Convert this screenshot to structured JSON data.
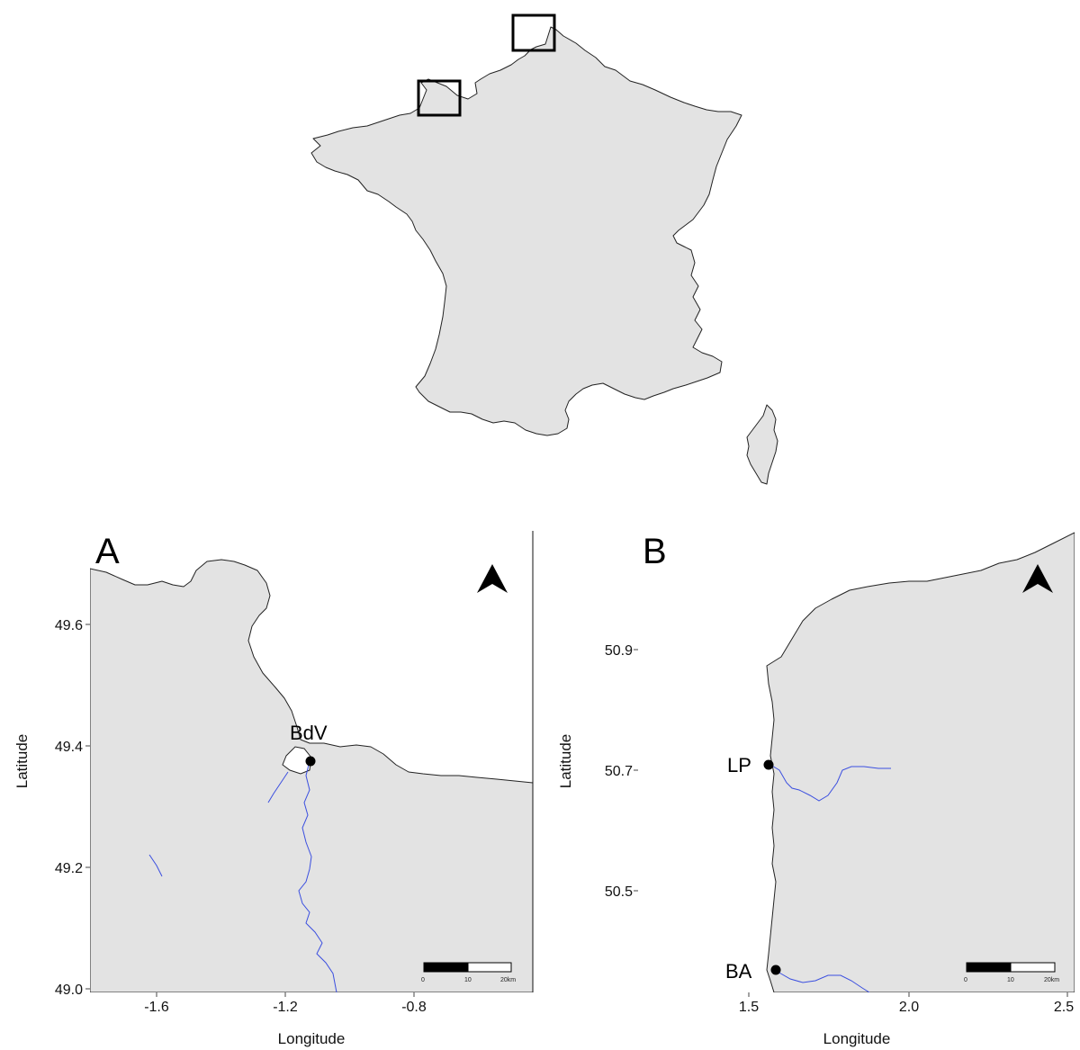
{
  "overview": {
    "insets": [
      "A",
      "B"
    ]
  },
  "panels": [
    {
      "id": "A",
      "letter": "A",
      "xlabel": "Longitude",
      "ylabel": "Latitude",
      "xticks": [
        "-1.6",
        "-1.2",
        "-0.8"
      ],
      "yticks": [
        "49.6",
        "49.4",
        "49.2",
        "49.0"
      ],
      "sites": [
        {
          "code": "BdV"
        }
      ],
      "scalebar": {
        "labels": [
          "0",
          "10",
          "20km"
        ]
      },
      "north_arrow": "north-arrow-icon"
    },
    {
      "id": "B",
      "letter": "B",
      "xlabel": "Longitude",
      "ylabel": "Latitude",
      "xticks": [
        "1.5",
        "2.0",
        "2.5"
      ],
      "yticks": [
        "50.9",
        "50.7",
        "50.5"
      ],
      "sites": [
        {
          "code": "LP"
        },
        {
          "code": "BA"
        }
      ],
      "scalebar": {
        "labels": [
          "0",
          "10",
          "20km"
        ]
      },
      "north_arrow": "north-arrow-icon"
    }
  ],
  "colors": {
    "land": "#e3e3e3",
    "coastline": "#222222",
    "river": "#3b4fe0"
  }
}
